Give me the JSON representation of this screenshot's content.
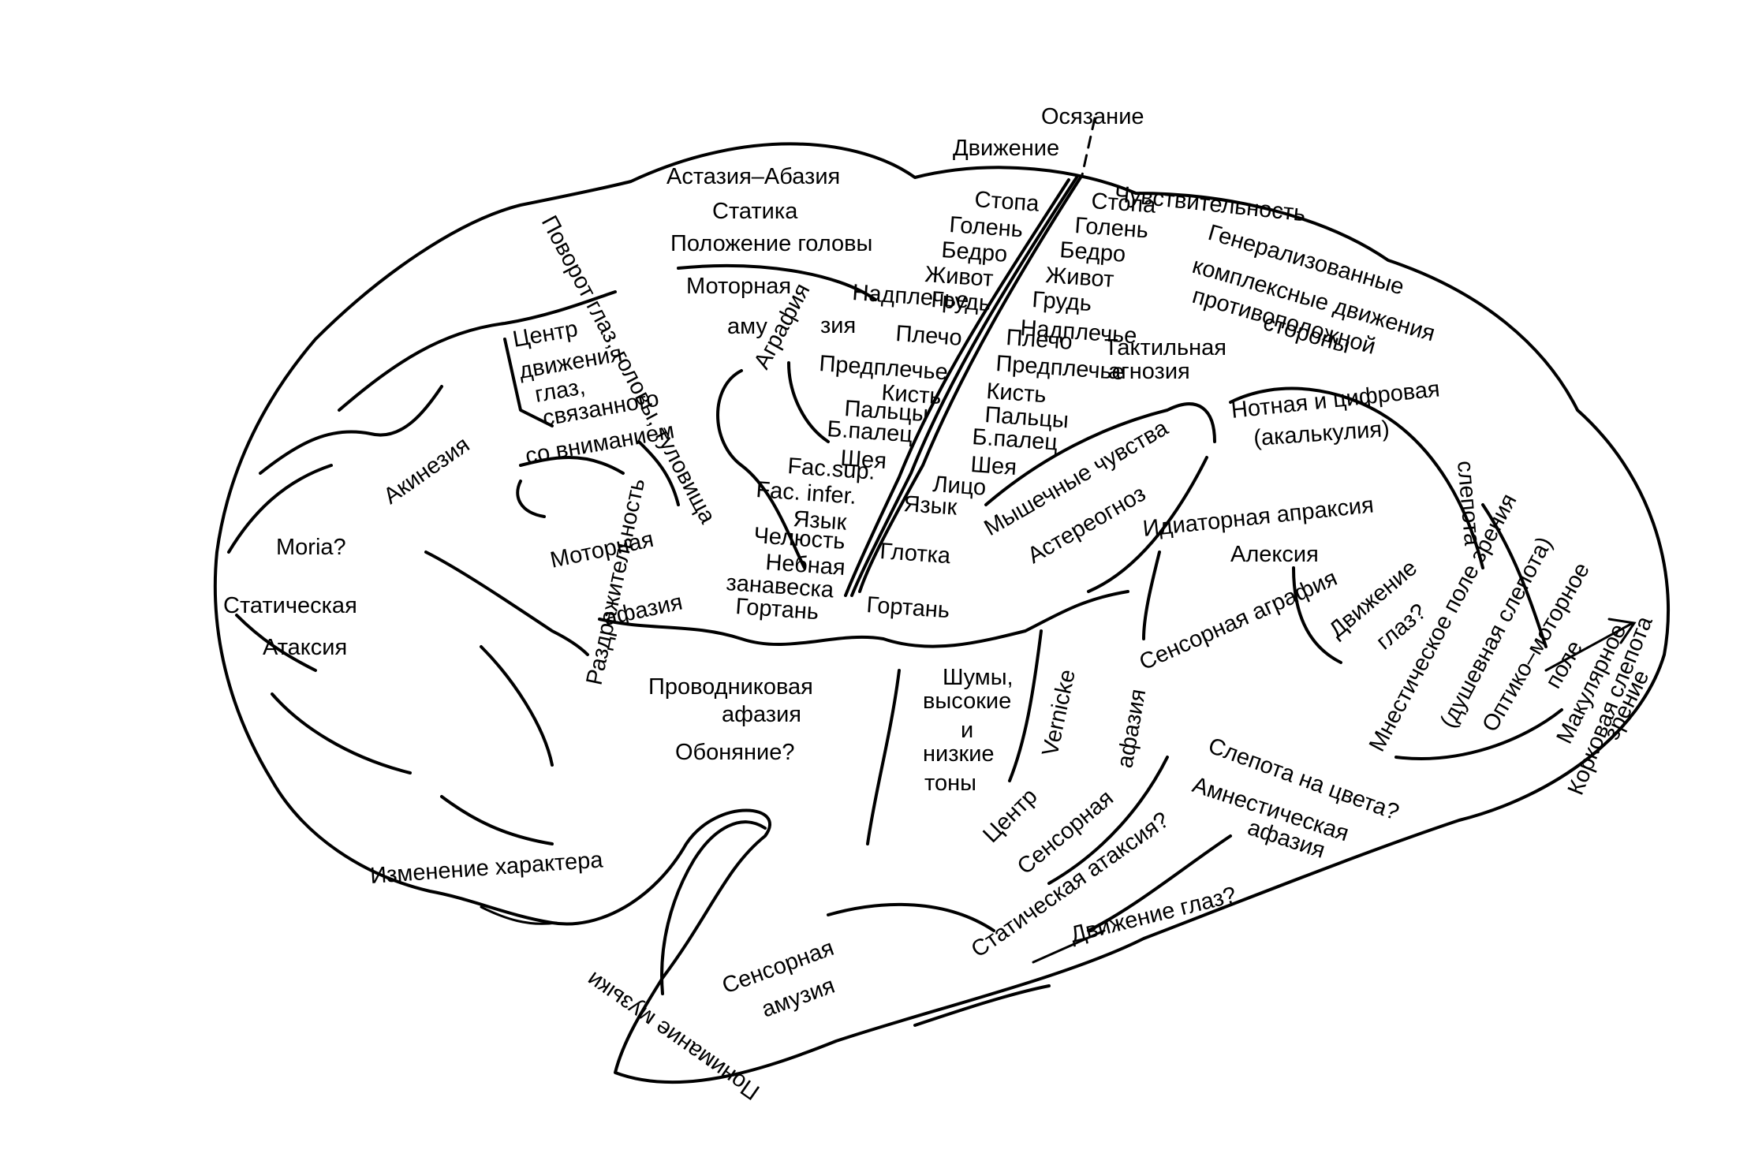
{
  "colors": {
    "background": "#ffffff",
    "ink": "#000000"
  },
  "top_labels": {
    "touch": "Осязание",
    "movement": "Движение",
    "sensitivity": "Чувствительность"
  },
  "frontal_labels": {
    "astasia": "Астазия–Абазия",
    "statics": "Статика",
    "head_position": "Положение головы",
    "motor_amusia_1": "Моторная",
    "motor_amusia_2": "аму",
    "motor_amusia_3": "зия",
    "agraphia": "Аграфия",
    "turn_eyes": "Поворот глаз, головы, туловища",
    "eye_center_1": "Центр",
    "eye_center_2": "движения",
    "eye_center_3": "глаз,",
    "eye_center_4": "связанного",
    "eye_center_5": "со вниманием",
    "akinesia": "Акинезия",
    "moria": "Moria?",
    "static": "Статическая",
    "ataxia": "Атаксия",
    "motor_aphasia_1": "Моторная",
    "motor_aphasia_2": "афазия",
    "irritability": "Раздражительность",
    "character_change": "Изменение характера"
  },
  "motor_strip": [
    "Стопа",
    "Голень",
    "Бедро",
    "Живот",
    "Грудь",
    "Надплечье",
    "Плечо",
    "Предплечье",
    "Кисть",
    "Пальцы",
    "Б.палец",
    "Шея",
    "Fac.sup.",
    "Fac. infer.",
    "Язык",
    "Челюсть",
    "Небная",
    "занавеска",
    "Гортань"
  ],
  "sensory_strip": [
    "Стопа",
    "Голень",
    "Бедро",
    "Живот",
    "Грудь",
    "Надплечье",
    "Плечо",
    "Предплечье",
    "Кисть",
    "Пальцы",
    "Б.палец",
    "Шея",
    "Лицо",
    "Язык",
    "Глотка",
    "Гортань"
  ],
  "parietal_labels": {
    "generalized_1": "Генерализованные",
    "generalized_2": "комплексные движения",
    "generalized_3": "противоположной",
    "generalized_4": "стороны",
    "tactile_1": "Тактильная",
    "tactile_2": "агнозия",
    "note_1": "Нотная и цифровая",
    "note_2": "(акалькулия)",
    "muscle": "Мышечные чувства",
    "astereognosis": "Астереогноз",
    "ideatory": "Идиаторная апраксия",
    "alexia": "Алексия",
    "sensory_agraphia": "Сенсорная аграфия",
    "eye_move_1": "Движение",
    "eye_move_2": "глаз?",
    "blindness": "слепота"
  },
  "temporal_labels": {
    "conduction_1": "Проводниковая",
    "conduction_2": "афазия",
    "smell": "Обоняние?",
    "noise_1": "Шумы,",
    "noise_2": "высокие",
    "noise_3": "и",
    "noise_4": "низкие",
    "noise_5": "тоны",
    "wernicke": "Vernicke",
    "center": "Центр",
    "sensory": "Сенсорная",
    "aphasia": "афазия",
    "color_blind": "Слепота на цвета?",
    "amnestic_1": "Амнестическая",
    "amnestic_2": "афазия",
    "static_ataxia": "Статическая атаксия?",
    "eye_movement": "Движение глаз?",
    "music": "Понимание музыки",
    "amusia_1": "Сенсорная",
    "amusia_2": "амузия"
  },
  "occipital_labels": {
    "mnestic_1": "Мнестическое поле зрения",
    "mnestic_2": "(душевная слепота)",
    "optic_1": "Оптико–моторное",
    "optic_2": "поле",
    "macular_1": "Макулярное",
    "macular_2": "зрение",
    "cortical": "Корковая слепота"
  }
}
